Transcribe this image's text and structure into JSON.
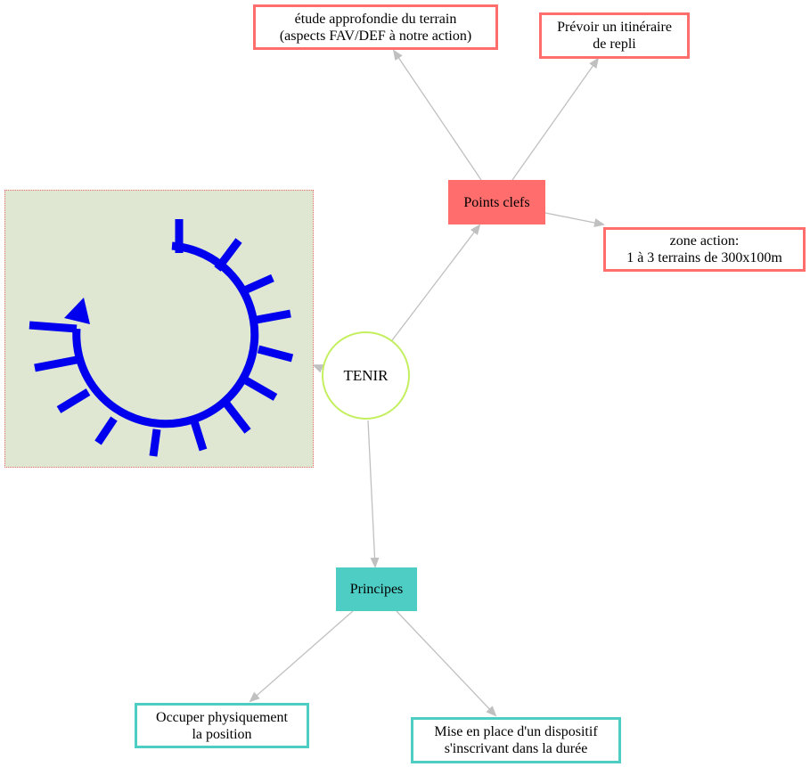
{
  "diagram": {
    "center": {
      "label": "TENIR"
    },
    "points_clefs": {
      "label": "Points clefs",
      "children": [
        "étude approfondie du terrain\n(aspects FAV/DEF à notre action)",
        "Prévoir un itinéraire\nde repli",
        "zone action:\n1 à 3 terrains de 300x100m"
      ]
    },
    "principes": {
      "label": "Principes",
      "children": [
        "Occuper physiquement\nla position",
        "Mise en place d'un dispositif\ns'inscrivant dans la durée"
      ]
    },
    "colors": {
      "red": "#ff6d6d",
      "teal": "#4ecdc4",
      "circle_border": "#c4ef5f",
      "edge": "#c0c0c0",
      "symbol": "#0000ee",
      "image_bg": "#dfe7d3"
    },
    "image": {
      "icon": "tenir-tactical-symbol-icon"
    }
  }
}
